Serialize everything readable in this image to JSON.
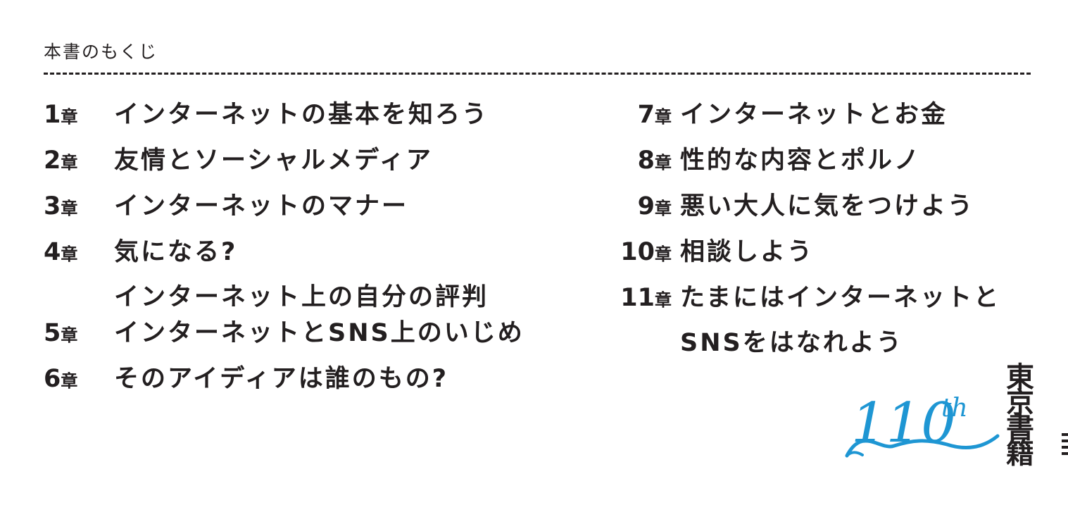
{
  "heading": "本書のもくじ",
  "chapter_suffix": "章",
  "left_chapters": [
    {
      "num": "1",
      "title": "インターネットの基本を知ろう"
    },
    {
      "num": "2",
      "title": "友情とソーシャルメディア"
    },
    {
      "num": "3",
      "title": "インターネットのマナー"
    },
    {
      "num": "4",
      "title": "気になる?\nインターネット上の自分の評判"
    },
    {
      "num": "5",
      "title": "インターネットとSNS上のいじめ"
    },
    {
      "num": "6",
      "title": "そのアイディアは誰のもの?"
    }
  ],
  "right_chapters": [
    {
      "num": "7",
      "title": "インターネットとお金"
    },
    {
      "num": "8",
      "title": "性的な内容とポルノ"
    },
    {
      "num": "9",
      "title": "悪い大人に気をつけよう"
    },
    {
      "num": "10",
      "title": "相談しよう"
    },
    {
      "num": "11",
      "title": "たまにはインターネットと\nSNSをはなれよう"
    }
  ],
  "logo": {
    "number": "110",
    "suffix": "th",
    "color": "#1e96d3"
  },
  "publisher": "東京書籍",
  "colors": {
    "text": "#231f20",
    "logo": "#1e96d3"
  }
}
